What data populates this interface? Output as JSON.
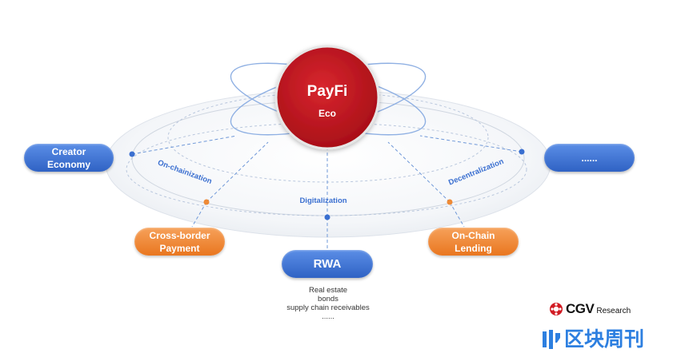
{
  "center": {
    "title": "PayFi",
    "subtitle": "Eco"
  },
  "ring_labels": {
    "left": "On-chainization",
    "bottom": "Digitalization",
    "right": "Decentralization"
  },
  "nodes": {
    "creator_economy": "Creator\nEconomy",
    "more": "......",
    "cross_border": "Cross-border\nPayment",
    "rwa": "RWA",
    "onchain_lending": "On-Chain\nLending"
  },
  "rwa_examples": [
    "Real estate",
    "bonds",
    "supply chain receivables",
    "......"
  ],
  "brand": {
    "name": "CGV",
    "suffix": "Research"
  },
  "watermark": {
    "text": "区块周刊"
  },
  "colors": {
    "primary_red": "#c1121c",
    "accent_blue": "#3a6fd0",
    "accent_orange": "#ee8a36",
    "ring_label_blue": "#3a6fd0"
  }
}
